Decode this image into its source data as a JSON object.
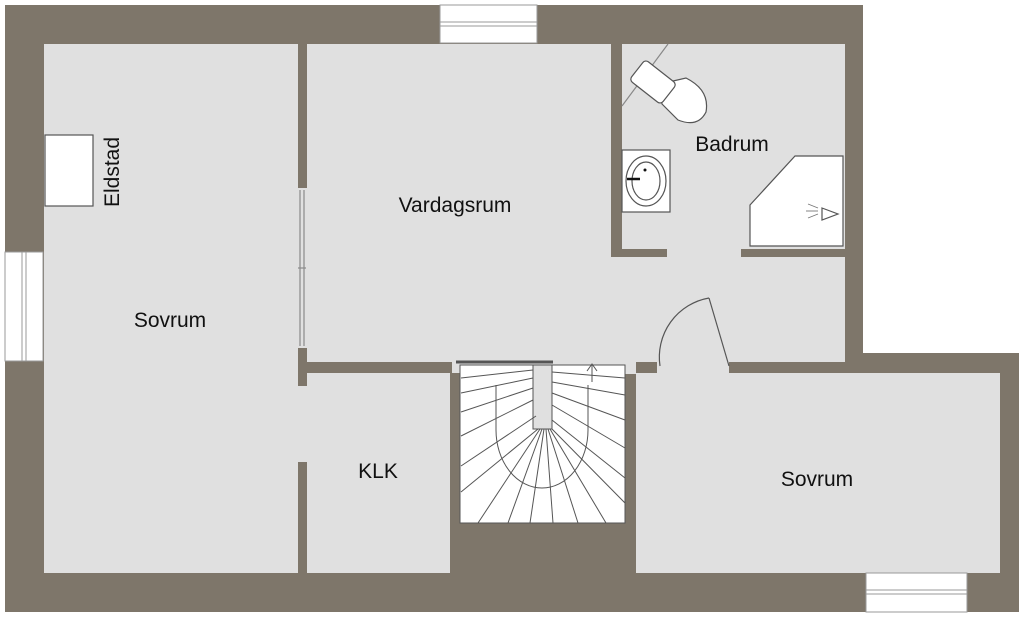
{
  "plan": {
    "colors": {
      "wall": "#7e766a",
      "floor": "#e0e0e0",
      "fixture": "#ffffff",
      "line": "#555555",
      "background": "#ffffff"
    },
    "labels": {
      "fireplace": "Eldstad",
      "bedroom_left": "Sovrum",
      "living_room": "Vardagsrum",
      "bathroom": "Badrum",
      "walk_in_closet": "KLK",
      "bedroom_right": "Sovrum"
    },
    "fixtures": [
      "toilet-icon",
      "sink-icon",
      "shower-icon",
      "staircase",
      "door-swing",
      "window"
    ]
  }
}
